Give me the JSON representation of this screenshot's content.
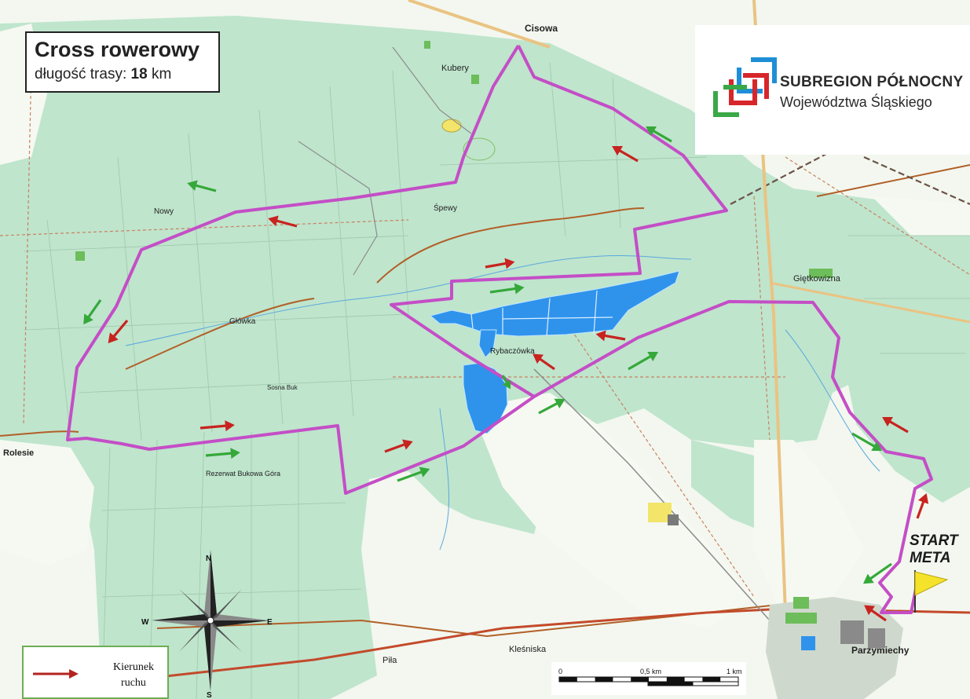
{
  "title": {
    "main": "Cross rowerowy",
    "length_label": "długość trasy:",
    "length_value": "18",
    "length_unit": "km"
  },
  "logo": {
    "line1": "SUBREGION PÓŁNOCNY",
    "line2": "Województwa Śląskiego",
    "colors": [
      "#1e8fd6",
      "#d7262b",
      "#39a847"
    ]
  },
  "start_meta": {
    "start": "START",
    "meta": "META"
  },
  "legend": {
    "label_line1": "Kierunek",
    "label_line2": "ruchu",
    "arrow_color": "#b3231f"
  },
  "places": {
    "cisowa": "Cisowa",
    "kubery": "Kubery",
    "nowy": "Nowy",
    "glowka": "Główka",
    "rybaczowka": "Rybaczówka",
    "spewy": "Śpewy",
    "giętkowizna": "Giętkowizna",
    "parzymiechy": "Parzymiechy",
    "klesniska": "Kleśniska",
    "pila": "Piła",
    "rolesie": "Rolesie",
    "rezerwat": "Rezerwat Bukowa Góra",
    "sosna_buk": "Sosna Buk"
  },
  "scale": {
    "tick0": "0",
    "tick1": "0,5 km",
    "tick2": "1 km"
  },
  "compass": {
    "n": "N",
    "s": "S",
    "e": "E",
    "w": "W"
  },
  "colors": {
    "route": "#c44ec6",
    "forest": "#b8e2c8",
    "lake": "#2f93ec",
    "direction_red": "#c8231f",
    "direction_green": "#35a83a"
  }
}
